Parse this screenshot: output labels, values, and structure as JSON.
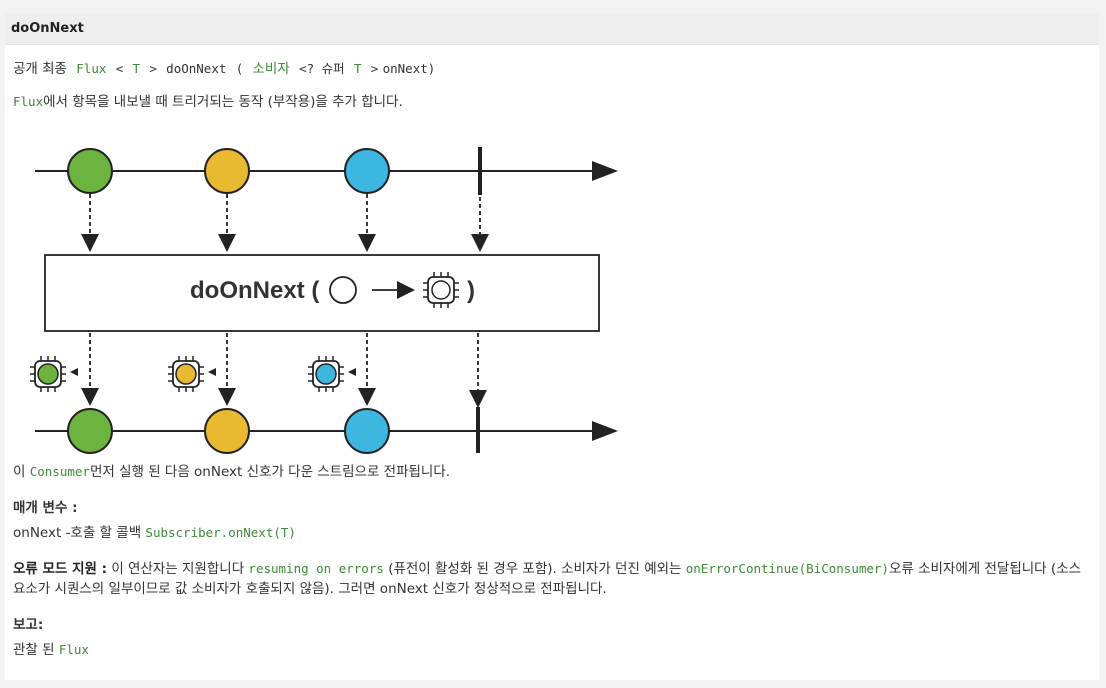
{
  "header": {
    "title": "doOnNext"
  },
  "signature": {
    "modifiers": "공개 최종",
    "type": "Flux",
    "lt": "<",
    "typeparam": "T",
    "gt": ">",
    "method": "doOnNext",
    "open": "(",
    "param_type": "소비자",
    "wild": "<? 슈퍼",
    "param_typeparam": "T",
    "gt2": ">",
    "param_name": "onNext)"
  },
  "description": {
    "flux": "Flux",
    "text": "에서 항목을 내보낼 때 트리거되는 동작 (부작용)을 추가 합니다."
  },
  "diagram": {
    "operator_label": "doOnNext (",
    "close_paren": ")",
    "colors": {
      "green": "#6db33f",
      "yellow": "#e8b931",
      "blue": "#3db6e0",
      "line": "#222222"
    }
  },
  "after": {
    "prefix": "이",
    "consumer": "Consumer",
    "text": "먼저 실행 된 다음 onNext 신호가 다운 스트림으로 전파됩니다."
  },
  "params": {
    "heading": "매개 변수 :",
    "name": "onNext",
    "text": "-호출 할 콜백",
    "link": "Subscriber.onNext(T)"
  },
  "error_mode": {
    "heading": "오류 모드 지원 :",
    "t1": "이 연산자는 지원합니다",
    "link1": "resuming on errors",
    "t2": "(퓨전이 활성화 된 경우 포함). 소비자가 던진 예외는",
    "link2": "onErrorContinue(BiConsumer)",
    "t3": "오류 소비자에게 전달됩니다 (소스 요소가 시퀀스의 일부이므로 값 소비자가 호출되지 않음). 그러면 onNext 신호가 정상적으로 전파됩니다."
  },
  "returns": {
    "heading": "보고:",
    "text": "관찰 된",
    "type": "Flux"
  }
}
